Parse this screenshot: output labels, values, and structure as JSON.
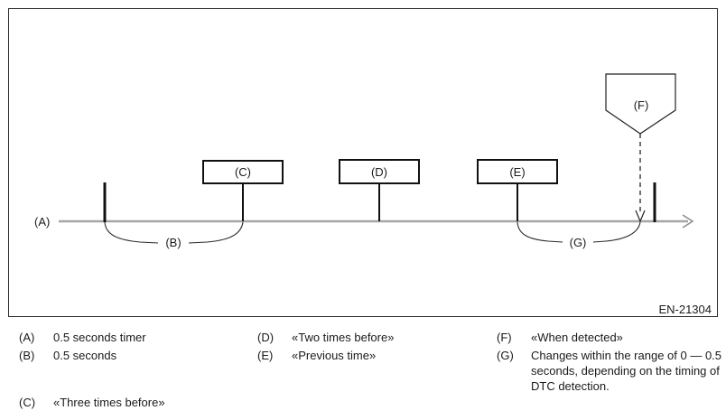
{
  "figure": {
    "code": "EN-21304",
    "labels": {
      "a": "(A)",
      "b": "(B)",
      "c": "(C)",
      "d": "(D)",
      "e": "(E)",
      "f": "(F)",
      "g": "(G)"
    }
  },
  "legend": {
    "items": [
      {
        "key": "(A)",
        "text": "0.5 seconds timer"
      },
      {
        "key": "(B)",
        "text": "0.5 seconds"
      },
      {
        "key": "(C)",
        "text": "«Three times before»"
      },
      {
        "key": "(D)",
        "text": "«Two times before»"
      },
      {
        "key": "(E)",
        "text": "«Previous time»"
      },
      {
        "key": "(F)",
        "text": "«When detected»"
      },
      {
        "key": "(G)",
        "text": "Changes within the range of 0 — 0.5 seconds, depending on the timing of DTC detection."
      }
    ]
  }
}
